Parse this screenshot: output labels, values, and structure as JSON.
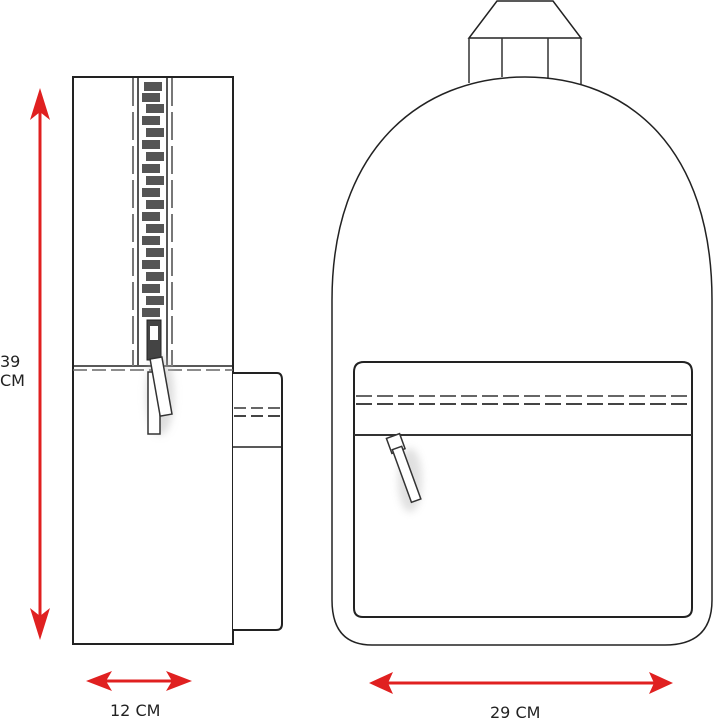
{
  "diagram": {
    "type": "technical-drawing",
    "subject": "backpack",
    "views": [
      {
        "name": "side-view",
        "features": [
          "vertical-zipper",
          "zipper-pull",
          "front-pocket-profile"
        ]
      },
      {
        "name": "front-view",
        "features": [
          "top-handle",
          "rounded-body",
          "front-pocket",
          "pocket-zipper-pull"
        ]
      }
    ]
  },
  "dimensions": {
    "height": {
      "value": "39",
      "unit": "CM"
    },
    "depth": {
      "label": "12 CM"
    },
    "width": {
      "label": "29 CM"
    }
  },
  "colors": {
    "arrow": "#e02020",
    "outline": "#222222",
    "zipper_teeth": "#555555",
    "stitching": "#666666",
    "background": "#ffffff"
  }
}
